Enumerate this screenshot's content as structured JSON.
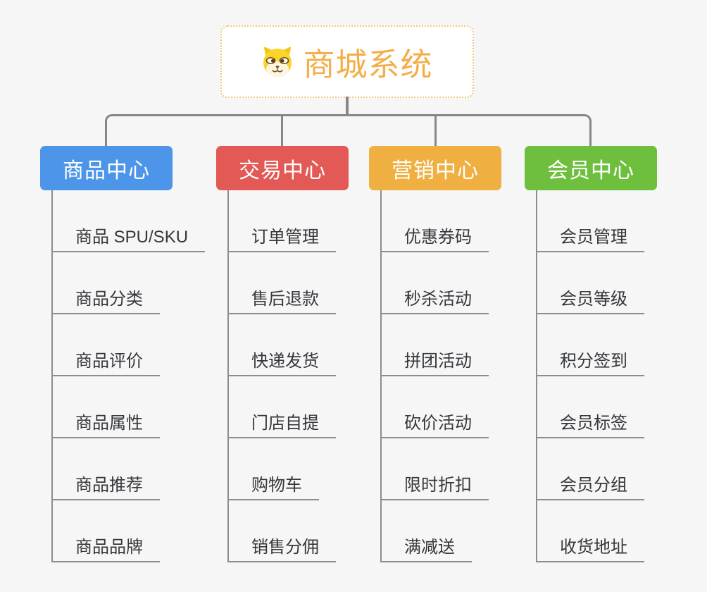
{
  "background": "#f5f6f5",
  "connector_color": "#878787",
  "root": {
    "label": "商城系统",
    "icon": "dog-face-icon",
    "text_color": "#f3ae4a",
    "border_color": "#f4c77d"
  },
  "branches": [
    {
      "label": "商品中心",
      "color": "#4d95e8",
      "children": [
        "商品 SPU/SKU",
        "商品分类",
        "商品评价",
        "商品属性",
        "商品推荐",
        "商品品牌"
      ]
    },
    {
      "label": "交易中心",
      "color": "#e35955",
      "children": [
        "订单管理",
        "售后退款",
        "快递发货",
        "门店自提",
        "购物车",
        "销售分佣"
      ]
    },
    {
      "label": "营销中心",
      "color": "#efaf41",
      "children": [
        "优惠券码",
        "秒杀活动",
        "拼团活动",
        "砍价活动",
        "限时折扣",
        "满减送"
      ]
    },
    {
      "label": "会员中心",
      "color": "#6fbf3f",
      "children": [
        "会员管理",
        "会员等级",
        "积分签到",
        "会员标签",
        "会员分组",
        "收货地址"
      ]
    }
  ]
}
